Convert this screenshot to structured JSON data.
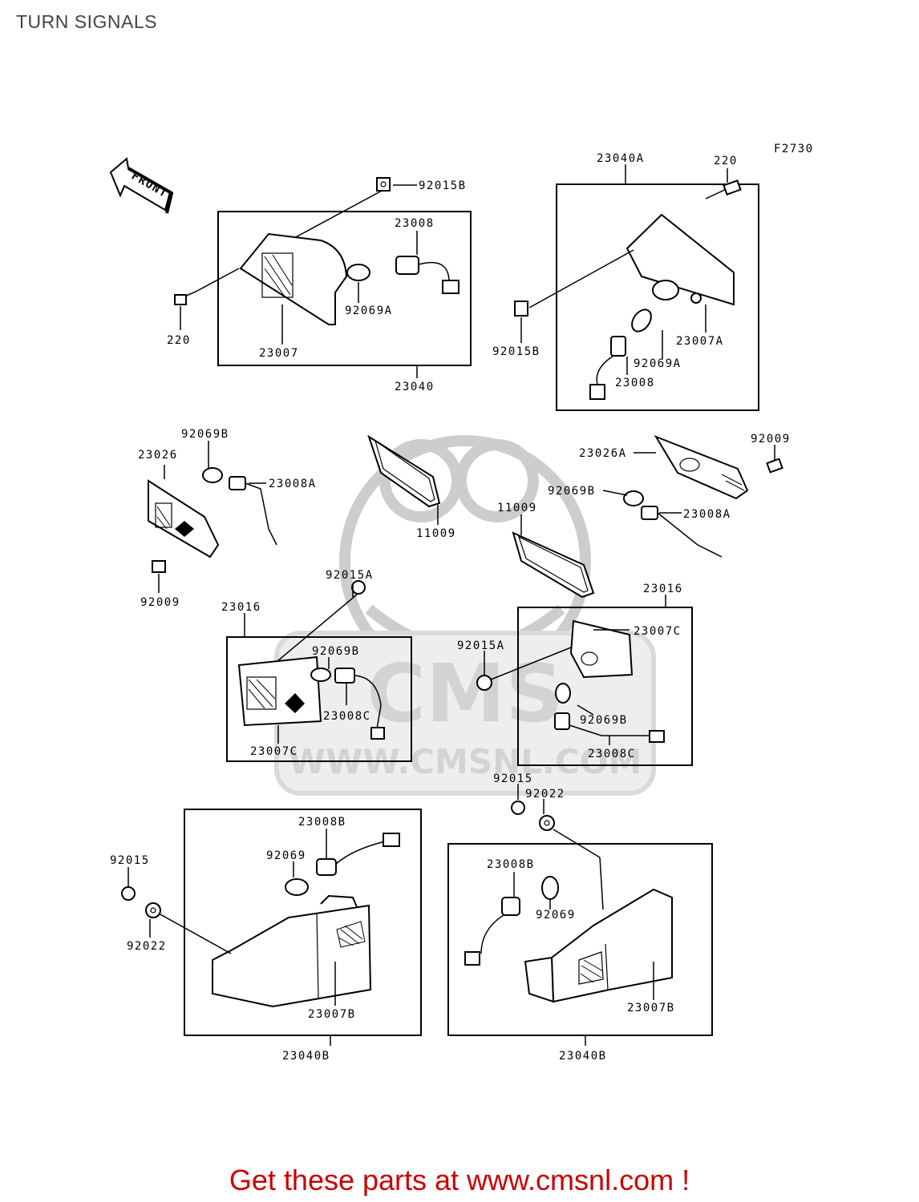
{
  "title": "TURN SIGNALS",
  "figure_code": "F2730",
  "front_label": "FRONT",
  "watermark": {
    "logo_text": "CMS",
    "url_text": "WWW.CMSNL.COM"
  },
  "footer_text": "Get these parts at www.cmsnl.com !",
  "colors": {
    "footer": "#cc0000",
    "title": "#444444",
    "watermark": "#cccccc"
  },
  "parts": {
    "a1": "92015B",
    "a2": "23008",
    "a3": "92069A",
    "a4": "220",
    "a5": "23007",
    "a6": "23040",
    "b1": "23040A",
    "b2": "220",
    "b3": "92015B",
    "b4": "23007A",
    "b5": "92069A",
    "b6": "23008",
    "c1": "92069B",
    "c2": "23026",
    "c3": "23008A",
    "c4": "92009",
    "d1": "11009",
    "d2": "11009",
    "e1": "92009",
    "e2": "23026A",
    "e3": "92069B",
    "e4": "23008A",
    "f1": "92015A",
    "f2": "23016",
    "f3": "92069B",
    "f4": "23008C",
    "f5": "23007C",
    "g1": "23016",
    "g2": "23007C",
    "g3": "92015A",
    "g4": "92069B",
    "g5": "23008C",
    "h1": "92015",
    "h2": "92022",
    "i1": "23008B",
    "i2": "92069",
    "i3": "92015",
    "i4": "92022",
    "i5": "23007B",
    "i6": "23040B",
    "j1": "23008B",
    "j2": "92069",
    "j3": "23007B",
    "j4": "23040B"
  }
}
